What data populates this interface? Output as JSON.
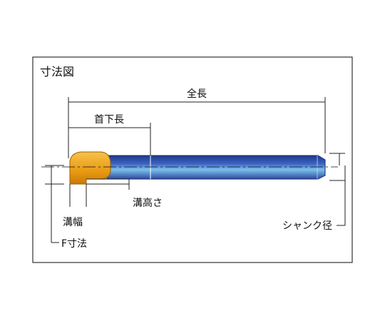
{
  "diagram": {
    "title": "寸法図",
    "labels": {
      "overall_length": "全長",
      "neck_length": "首下長",
      "groove_height": "溝高さ",
      "groove_width": "溝幅",
      "f_dimension": "F寸法",
      "shank_diameter": "シャンク径"
    },
    "colors": {
      "frame": "#333333",
      "tip": "#f0a81c",
      "shank": "#2f4fa8",
      "shank_highlight": "#6fb6e8"
    }
  }
}
